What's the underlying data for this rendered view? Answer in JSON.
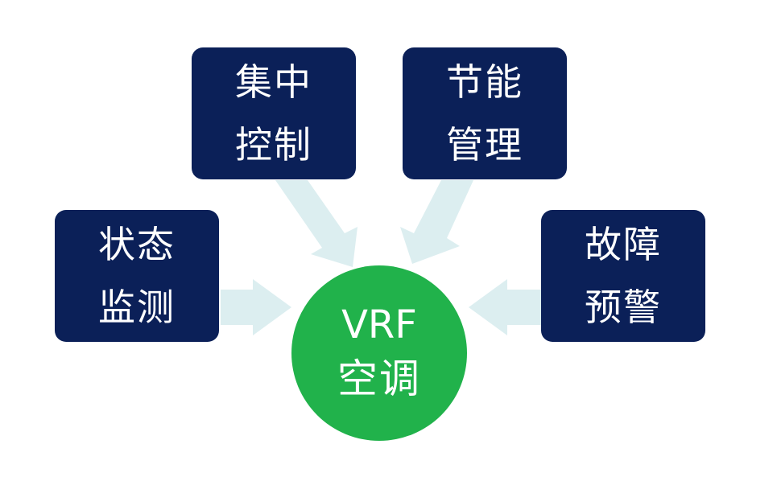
{
  "center": {
    "line1": "VRF",
    "line2": "空调"
  },
  "boxes": {
    "control": {
      "line1": "集中",
      "line2": "控制"
    },
    "energy": {
      "line1": "节能",
      "line2": "管理"
    },
    "monitor": {
      "line1": "状态",
      "line2": "监测"
    },
    "fault": {
      "line1": "故障",
      "line2": "预警"
    }
  },
  "colors": {
    "box_fill": "#0b2058",
    "center_fill": "#21b24b",
    "arrow_fill": "#dceef0",
    "text": "#ffffff"
  }
}
